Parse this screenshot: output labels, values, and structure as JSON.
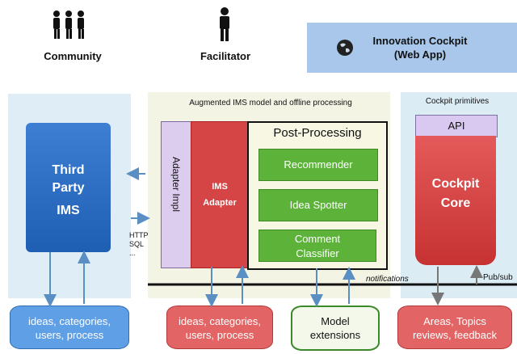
{
  "actors": {
    "community": "Community",
    "facilitator": "Facilitator",
    "cockpit_line1": "Innovation Cockpit",
    "cockpit_line2": "(Web App)"
  },
  "panels": {
    "middle_title": "Augmented IMS model and offline processing",
    "right_title": "Cockpit primitives"
  },
  "left": {
    "ims_line1": "Third",
    "ims_line2": "Party",
    "ims_line3": "IMS",
    "protocols": [
      "HTTP",
      "SQL",
      "..."
    ],
    "db_line1": "ideas, categories,",
    "db_line2": "users, process"
  },
  "middle": {
    "adapter_impl": "Adapter Impl",
    "ims_adapter_line1": "IMS",
    "ims_adapter_line2": "Adapter",
    "post_title": "Post-Processing",
    "recommender": "Recommender",
    "idea_spotter": "Idea Spotter",
    "comment_line1": "Comment",
    "comment_line2": "Classifier",
    "db_line1": "ideas, categories,",
    "db_line2": "users, process",
    "model_line1": "Model",
    "model_line2": "extensions",
    "notifications": "notifications"
  },
  "right": {
    "api": "API",
    "core_line1": "Cockpit",
    "core_line2": "Core",
    "pubsub": "Pub/sub",
    "db_line1": "Areas, Topics",
    "db_line2": "reviews, feedback"
  },
  "colors": {
    "ims_blue": "#2a6fc4",
    "adapter_red": "#d64545",
    "post_green": "#5db33a",
    "cockpit_app": "#a9c7ea"
  }
}
